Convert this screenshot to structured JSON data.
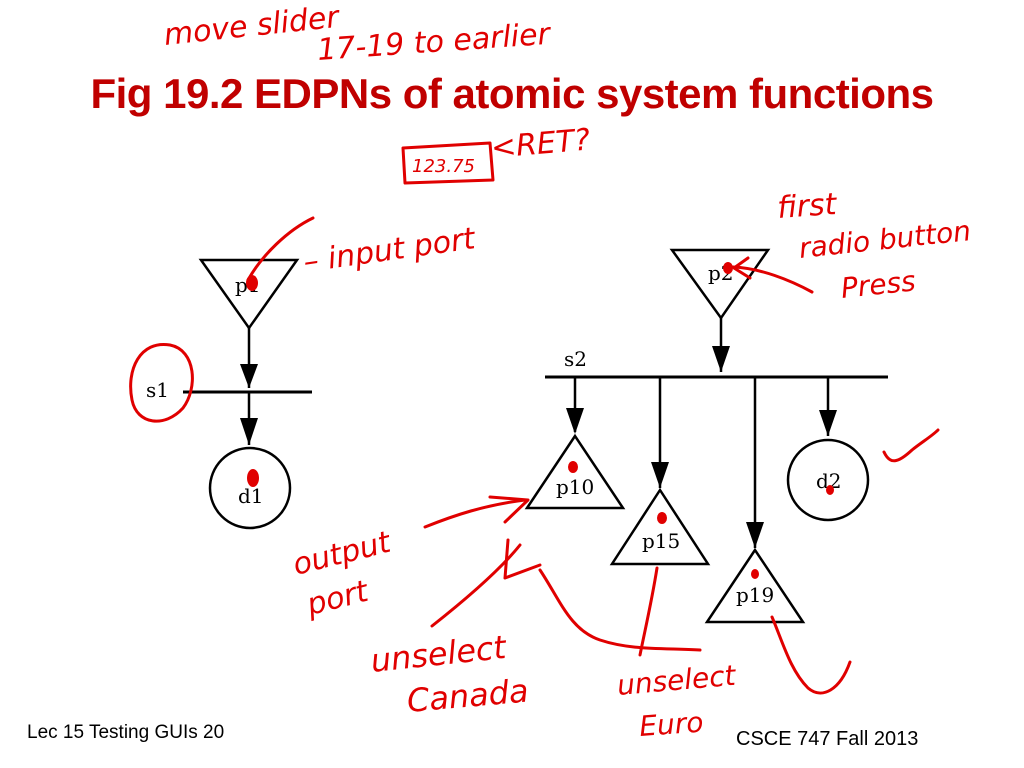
{
  "slide": {
    "title": "Fig 19.2 EDPNs of atomic system functions",
    "footer_left": "Lec 15 Testing GUIs 20",
    "footer_right": "CSCE 747 Fall 2013"
  },
  "diagram": {
    "ports": {
      "p1": "p1",
      "p2": "p2",
      "p10": "p10",
      "p15": "p15",
      "p19": "p19"
    },
    "events": {
      "s1": "s1",
      "s2": "s2"
    },
    "data": {
      "d1": "d1",
      "d2": "d2"
    }
  },
  "annotations": {
    "move_slider": "move slider",
    "to_earlier": "17-19 to earlier",
    "box_value": "123.75",
    "ret": "<RET?",
    "input_port": "– input port",
    "first_radio_button_1": "first",
    "first_radio_button_2": "radio button",
    "first_radio_button_3": "Press",
    "output_port_1": "output",
    "output_port_2": "port",
    "unselect_canada_1": "unselect",
    "unselect_canada_2": "Canada",
    "unselect_euro_1": "unselect",
    "unselect_euro_2": "Euro"
  },
  "colors": {
    "title": "#c00000",
    "ink": "#e00000",
    "diagram": "#000000"
  }
}
